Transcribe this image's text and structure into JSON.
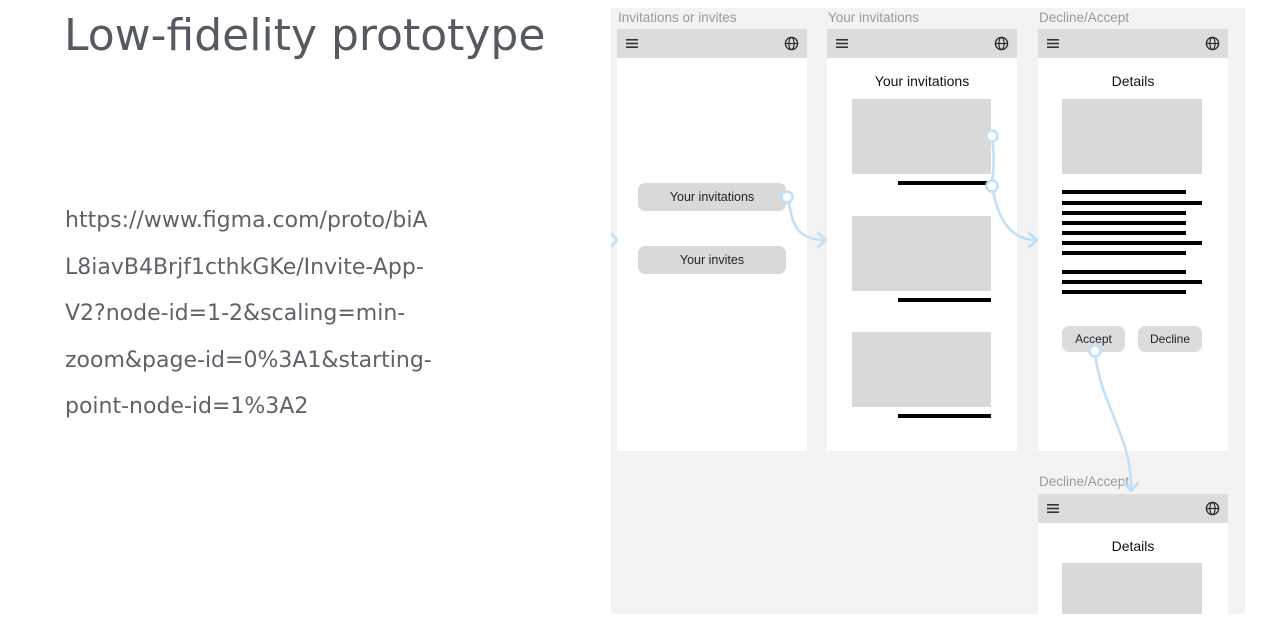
{
  "slide": {
    "title": "Low-fidelity prototype",
    "link_lines": [
      "https://www.figma.com/proto/biA",
      "L8iavB4Brjf1cthkGKe/Invite-App-",
      "V2?node-id=1-2&scaling=min-",
      "zoom&page-id=0%3A1&starting-",
      "point-node-id=1%3A2"
    ]
  },
  "frames": {
    "invitations_or_invites": {
      "label": "Invitations or invites",
      "button_invitations": "Your invitations",
      "button_invites": "Your invites"
    },
    "your_invitations": {
      "label": "Your invitations",
      "title": "Your invitations"
    },
    "decline_accept": {
      "label": "Decline/Accept",
      "title": "Details",
      "accept": "Accept",
      "decline": "Decline"
    },
    "decline_accept_2": {
      "label": "Decline/Accept",
      "title": "Details"
    }
  },
  "icons": {
    "menu": "hamburger-menu-icon",
    "globe": "globe-icon"
  },
  "colors": {
    "canvas": "#f3f3f3",
    "topbar": "#dcdcdc",
    "placeholder": "#d9d9d9",
    "connector": "#bfe0f8",
    "title_text": "#555a60"
  }
}
